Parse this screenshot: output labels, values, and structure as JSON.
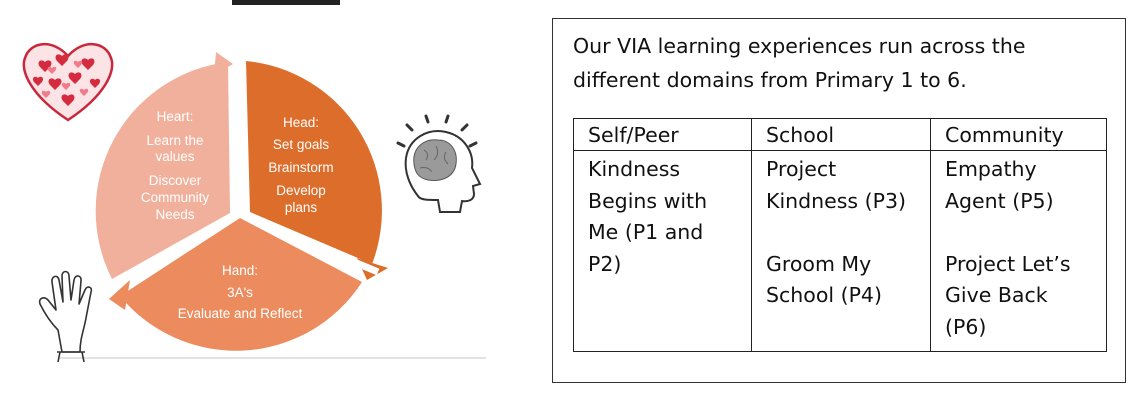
{
  "diagram": {
    "heart": {
      "title": "Heart:",
      "lines": [
        "Learn the",
        "values",
        "Discover",
        "Community",
        "Needs"
      ],
      "color": "#f1b09b"
    },
    "head": {
      "title": "Head:",
      "lines": [
        "Set goals",
        "Brainstorm",
        "Develop",
        "plans"
      ],
      "color": "#dd6d2a"
    },
    "hand": {
      "title": "Hand:",
      "lines": [
        "3A's",
        "Evaluate and Reflect"
      ],
      "color": "#ec8c5e"
    },
    "icons": [
      "heart-collage",
      "head-brain",
      "raised-hand"
    ]
  },
  "info": {
    "intro": "Our VIA learning experiences run across the different domains from Primary 1 to 6.",
    "table": {
      "headers": [
        "Self/Peer",
        "School",
        "Community"
      ],
      "cells": [
        {
          "items": [
            "Kindness Begins with Me (P1 and P2)"
          ]
        },
        {
          "items": [
            "Project Kindness (P3)",
            "Groom My School (P4)"
          ]
        },
        {
          "items": [
            "Empathy Agent (P5)",
            "Project Let’s Give Back (P6)"
          ]
        }
      ]
    }
  }
}
